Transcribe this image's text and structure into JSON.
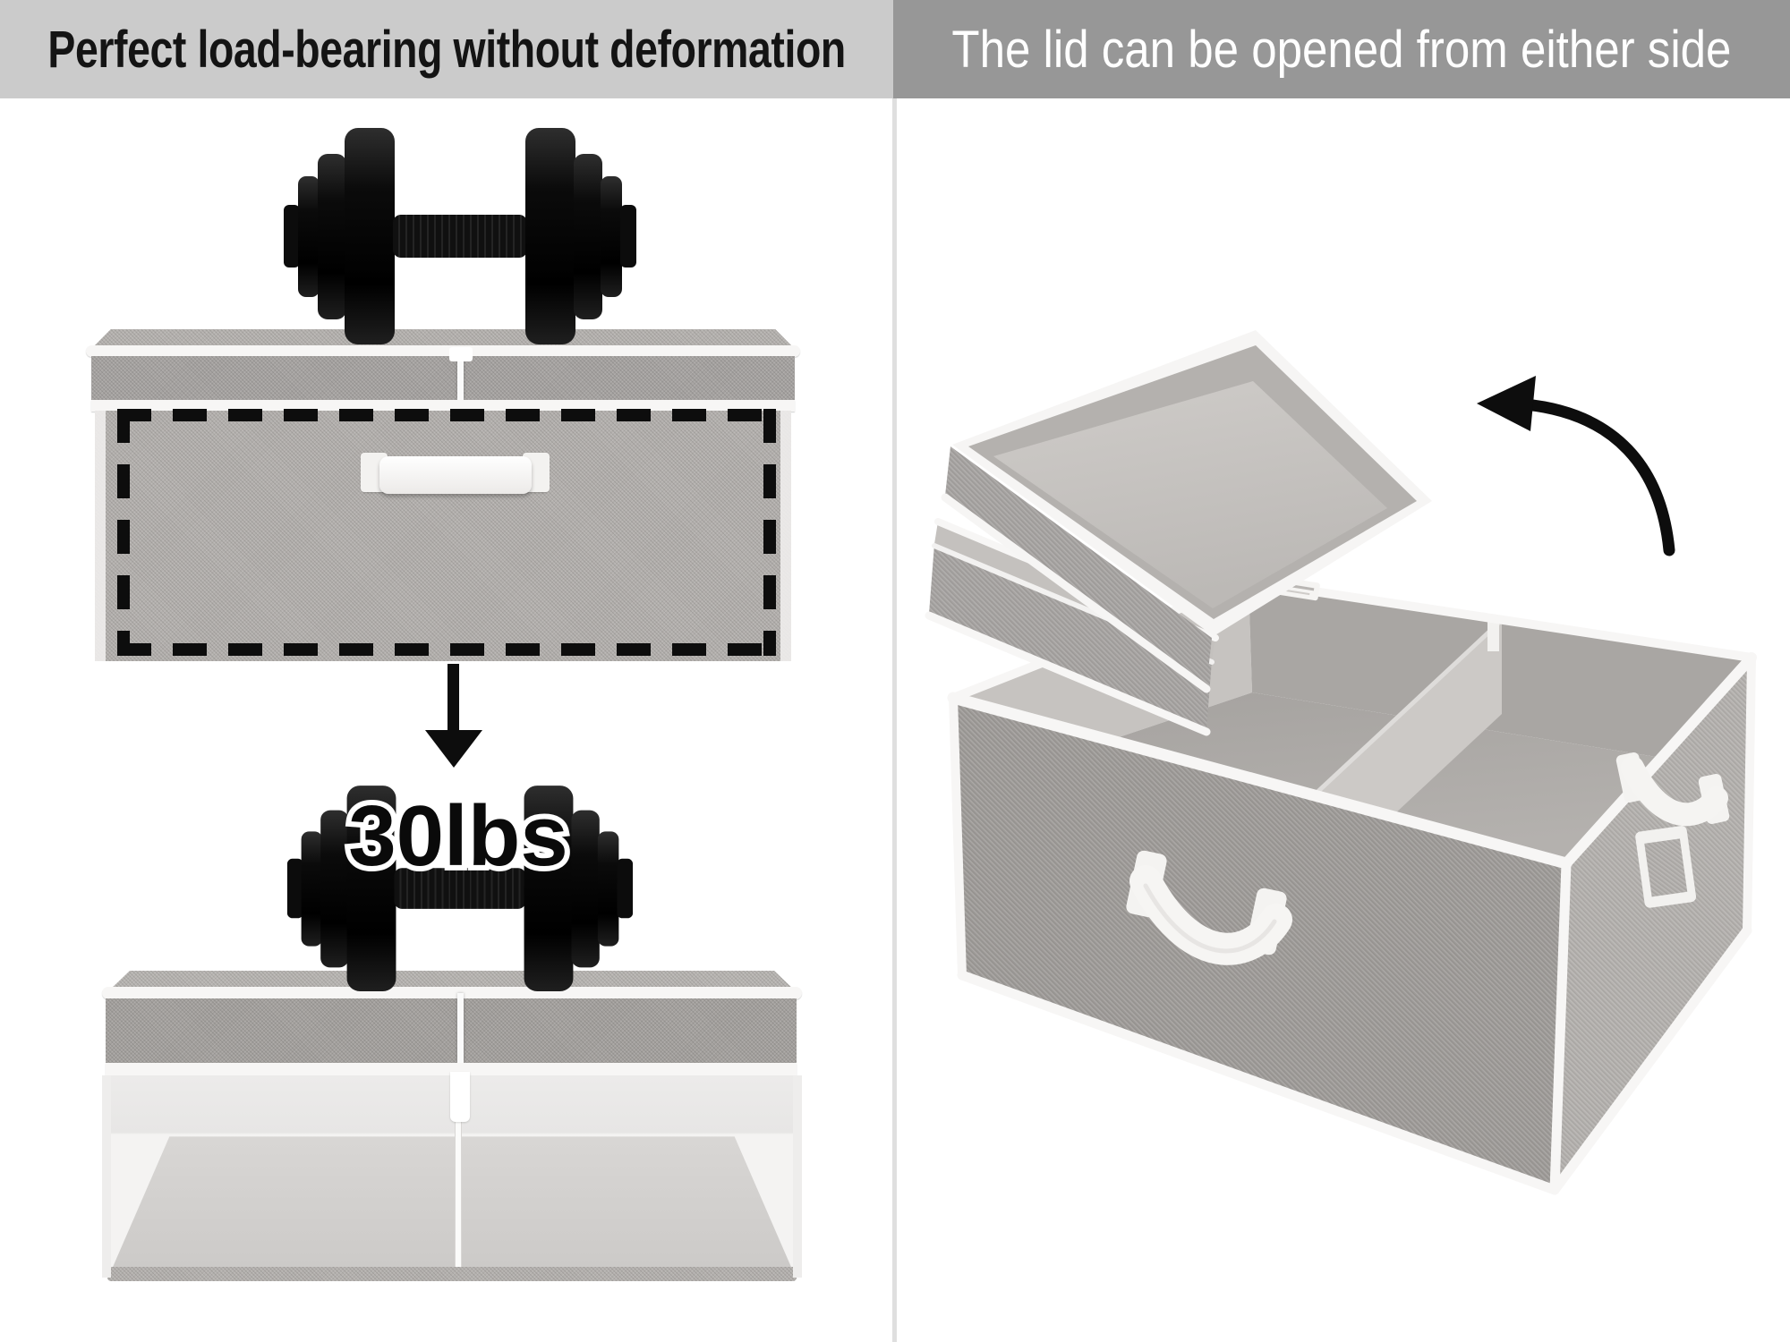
{
  "headers": {
    "left": {
      "label": "Perfect load-bearing without deformation"
    },
    "right": {
      "label": "The lid can be opened from either side"
    }
  },
  "left_panel": {
    "weight_label": "30lbs",
    "objects": [
      "dumbbell-top-image",
      "storage-box-closed-image",
      "down-arrow-icon",
      "dumbbell-bottom-image",
      "storage-box-frame-view-image"
    ],
    "caption_meaning": "dashed outline marks the rigid load-bearing frame of the box"
  },
  "right_panel": {
    "objects": [
      "lid-flipped-open-image",
      "lid-edge-image",
      "curved-arrow-icon",
      "storage-box-open-image",
      "divider-panel",
      "front-handle",
      "side-handle",
      "label-pocket",
      "brand-tag"
    ]
  },
  "colors": {
    "header_left_bg": "#cbcbcb",
    "header_left_text": "#141414",
    "header_right_bg": "#979797",
    "header_right_text": "#ffffff",
    "divider_color": "#dfdfdf",
    "dash_color": "#0d0d0d",
    "arrow_color": "#0d0d0d",
    "fabric_heather": "#a9a6a3",
    "fabric_body": "#b2afac",
    "fabric_front_dark": "#9d9a97",
    "interior_light": "#c8c5c2",
    "trim_white": "#f7f6f5",
    "weight_text": "#0a0a0a",
    "weight_outline": "#ffffff"
  }
}
